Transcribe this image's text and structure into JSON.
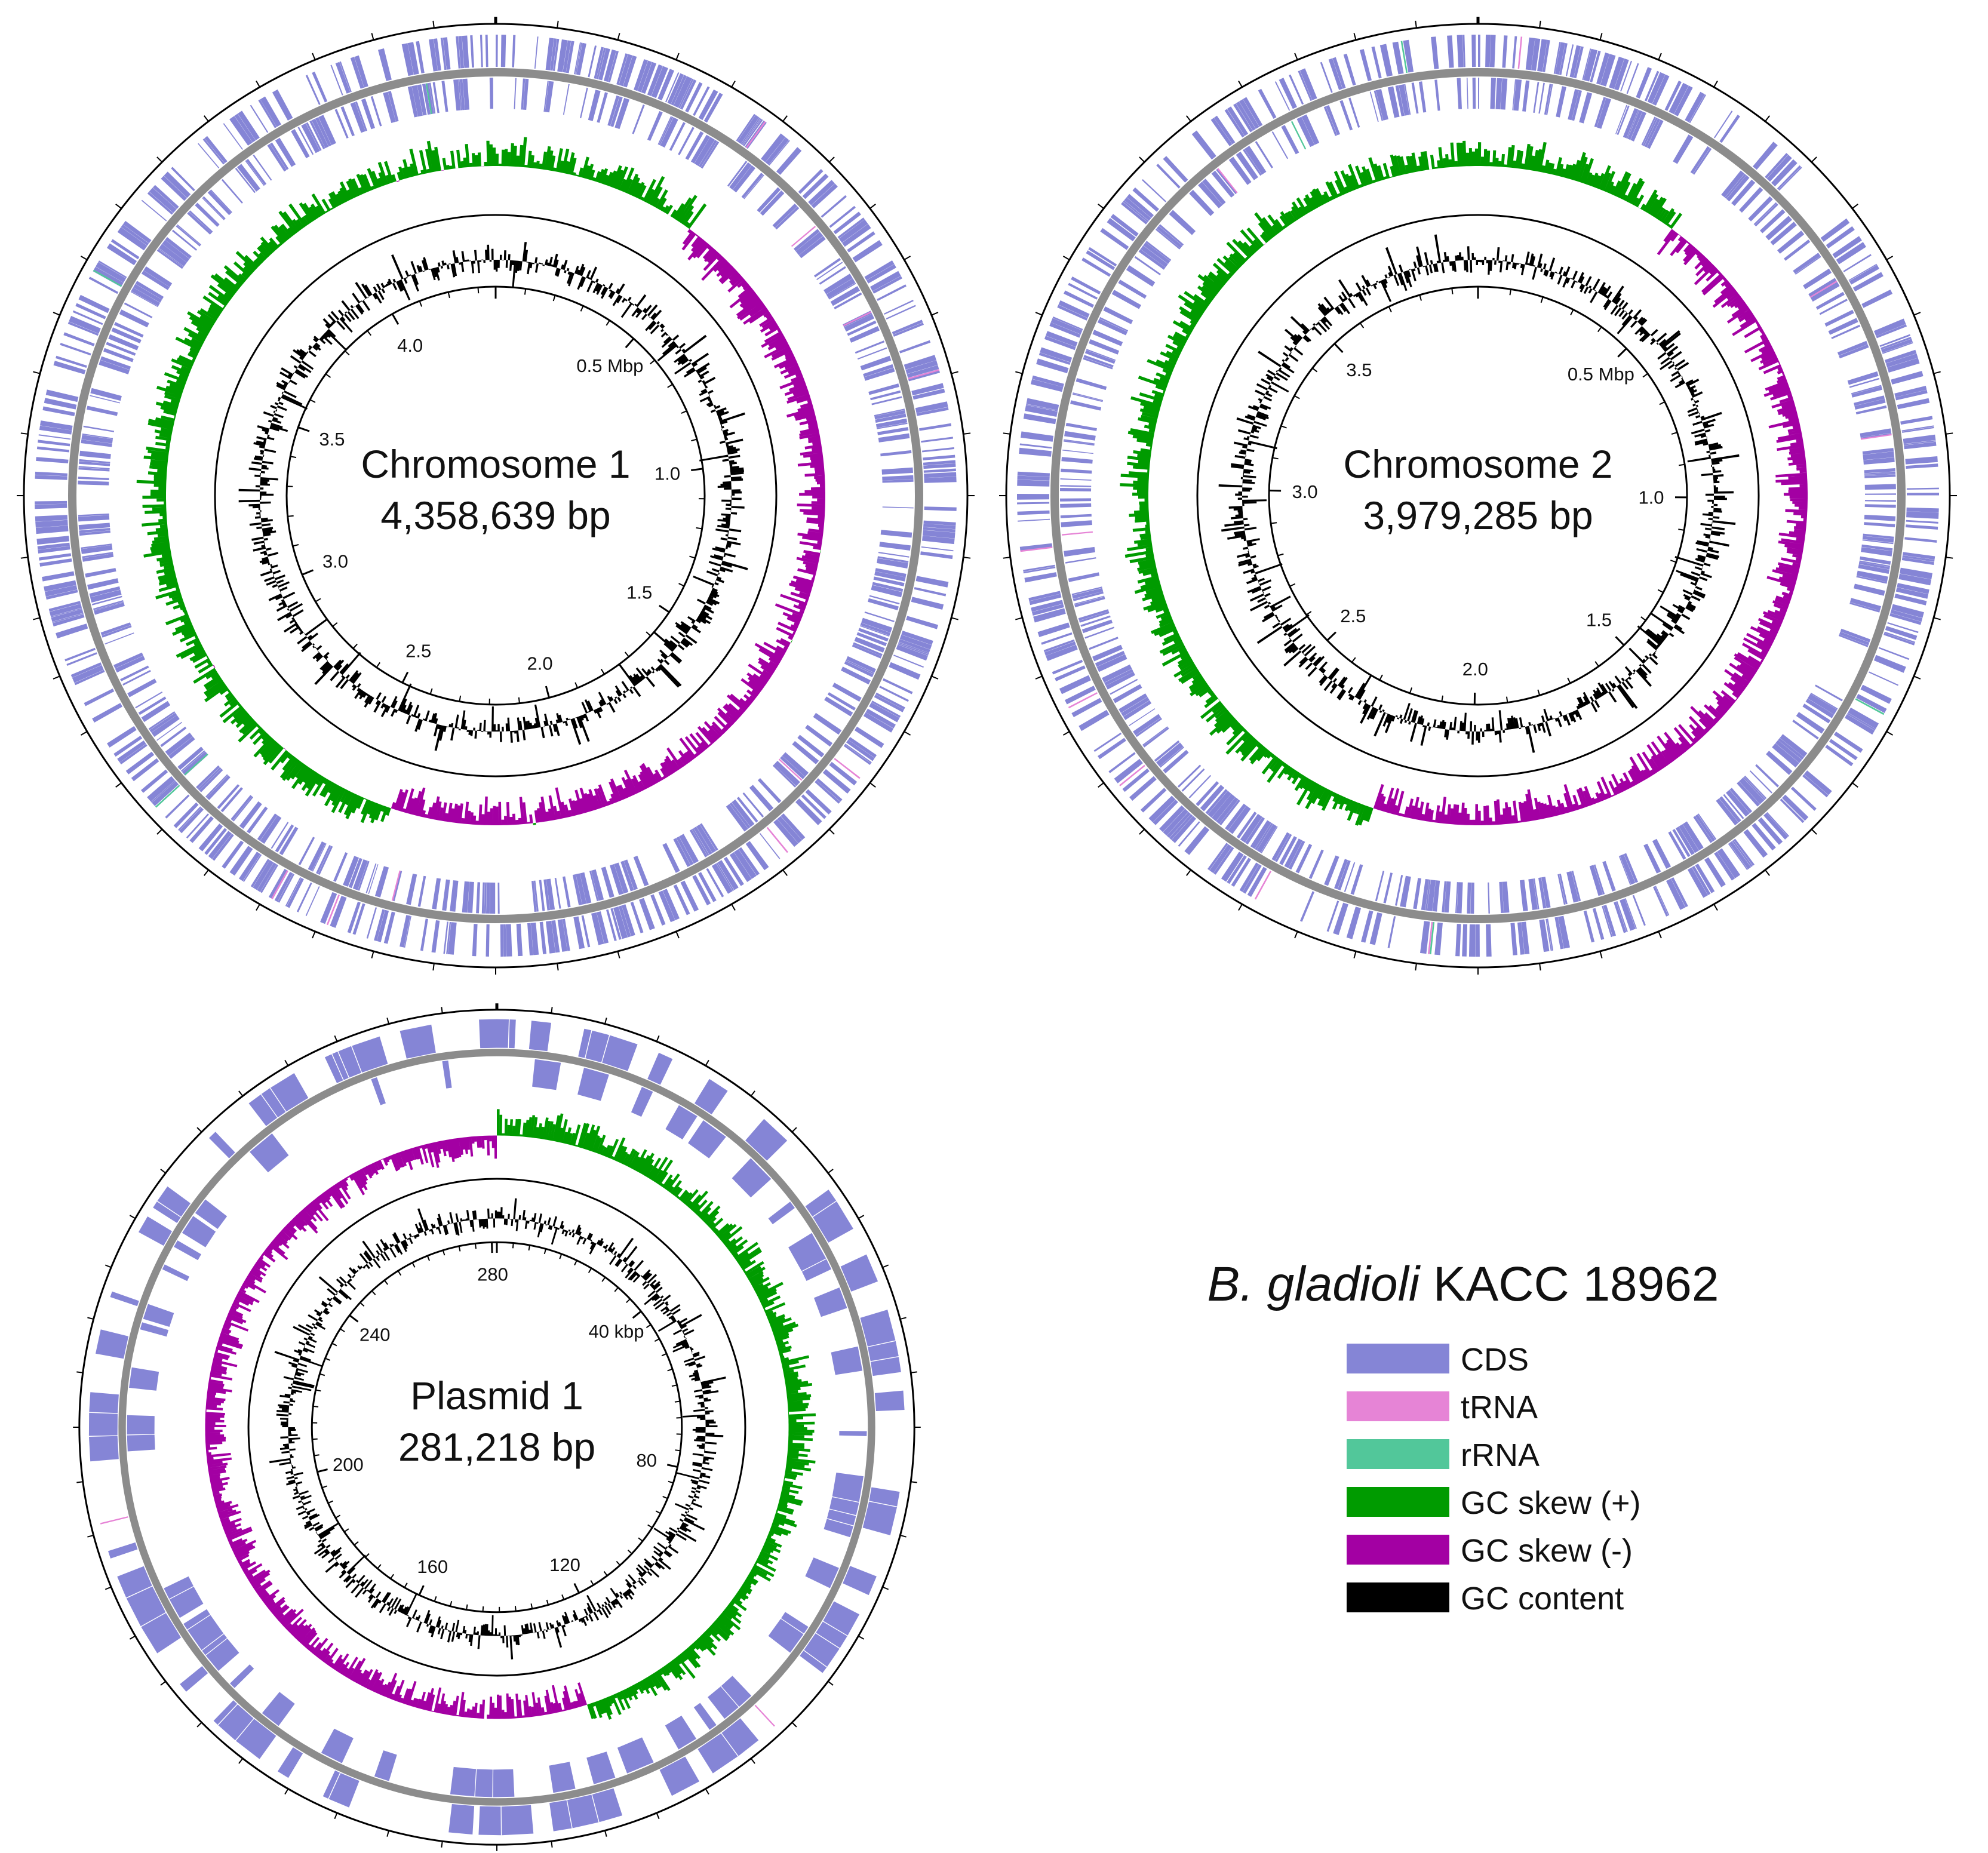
{
  "figure": {
    "title_italic": "B. gladioli",
    "title_rest": " KACC 18962"
  },
  "colors": {
    "cds": "#8585d6",
    "trna": "#e684d6",
    "rrna": "#52c79a",
    "gc_skew_pos": "#009b00",
    "gc_skew_neg": "#a300a3",
    "gc_content": "#000000",
    "backbone": "#8c8c8c",
    "ring_line": "#000000"
  },
  "legend": [
    {
      "key": "cds",
      "label": "CDS"
    },
    {
      "key": "trna",
      "label": "tRNA"
    },
    {
      "key": "rrna",
      "label": "rRNA"
    },
    {
      "key": "gc_skew_pos",
      "label": "GC skew (+)"
    },
    {
      "key": "gc_skew_neg",
      "label": "GC skew (-)"
    },
    {
      "key": "gc_content",
      "label": "GC content"
    }
  ],
  "genomes": [
    {
      "id": "chromosome-1",
      "name": "Chromosome 1",
      "length_label": "4,358,639 bp",
      "length_bp": 4358639,
      "major_ticks_bp": [
        0,
        500000,
        1000000,
        1500000,
        2000000,
        2500000,
        3000000,
        3500000,
        4000000
      ],
      "tick_labels": [
        {
          "bp": 500000,
          "label": "0.5 Mbp"
        },
        {
          "bp": 1000000,
          "label": "1.0"
        },
        {
          "bp": 1500000,
          "label": "1.5"
        },
        {
          "bp": 2000000,
          "label": "2.0"
        },
        {
          "bp": 2500000,
          "label": "2.5"
        },
        {
          "bp": 3000000,
          "label": "3.0"
        },
        {
          "bp": 3500000,
          "label": "3.5"
        },
        {
          "bp": 4000000,
          "label": "4.0"
        }
      ]
    },
    {
      "id": "chromosome-2",
      "name": "Chromosome 2",
      "length_label": "3,979,285 bp",
      "length_bp": 3979285,
      "major_ticks_bp": [
        0,
        500000,
        1000000,
        1500000,
        2000000,
        2500000,
        3000000,
        3500000
      ],
      "tick_labels": [
        {
          "bp": 500000,
          "label": "0.5 Mbp"
        },
        {
          "bp": 1000000,
          "label": "1.0"
        },
        {
          "bp": 1500000,
          "label": "1.5"
        },
        {
          "bp": 2000000,
          "label": "2.0"
        },
        {
          "bp": 2500000,
          "label": "2.5"
        },
        {
          "bp": 3000000,
          "label": "3.0"
        },
        {
          "bp": 3500000,
          "label": "3.5"
        }
      ]
    },
    {
      "id": "plasmid-1",
      "name": "Plasmid 1",
      "length_label": "281,218 bp",
      "length_bp": 281218,
      "major_ticks_bp": [
        0,
        40000,
        80000,
        120000,
        160000,
        200000,
        240000,
        280000
      ],
      "tick_labels": [
        {
          "bp": 40000,
          "label": "40 kbp"
        },
        {
          "bp": 80000,
          "label": "80"
        },
        {
          "bp": 120000,
          "label": "120"
        },
        {
          "bp": 160000,
          "label": "160"
        },
        {
          "bp": 200000,
          "label": "200"
        },
        {
          "bp": 240000,
          "label": "240"
        },
        {
          "bp": 280000,
          "label": "280"
        }
      ]
    }
  ]
}
